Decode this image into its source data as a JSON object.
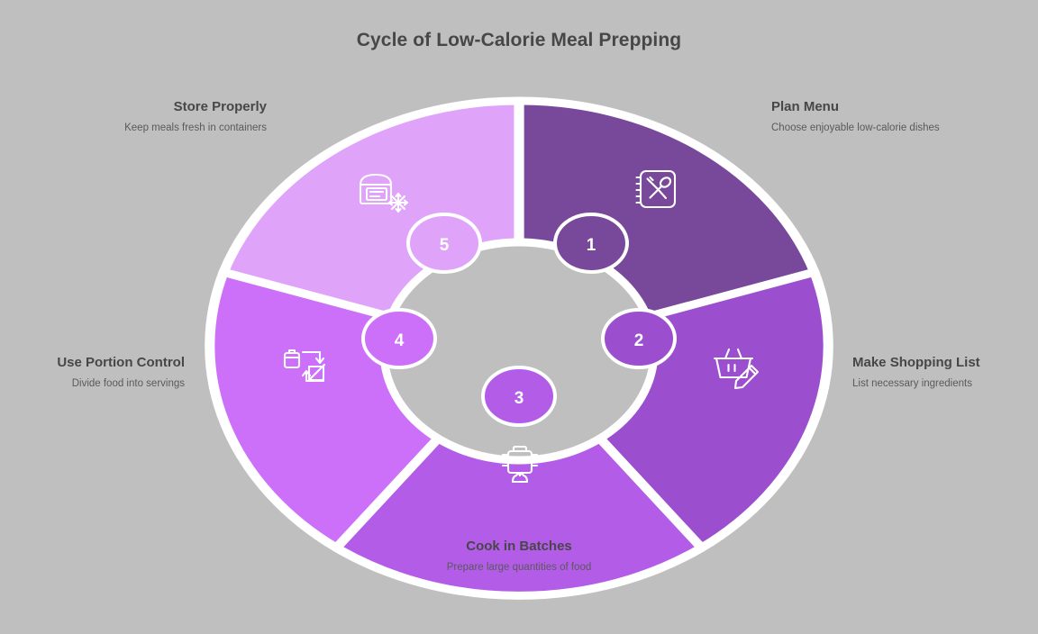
{
  "title": "Cycle of Low-Calorie Meal Prepping",
  "background_color": "#bfbfbf",
  "title_color": "#474747",
  "chart_data": {
    "type": "pie",
    "title": "Cycle of Low-Calorie Meal Prepping",
    "subtype": "cycle-diagram",
    "segment_count": 5,
    "equal_segments": true,
    "segment_angle_deg": 72,
    "categories": [
      "Plan Menu",
      "Make Shopping List",
      "Cook in Batches",
      "Use Portion Control",
      "Store Properly"
    ],
    "values": [
      20,
      20,
      20,
      20,
      20
    ],
    "colors": [
      "#78489a",
      "#9b4fce",
      "#b35ce8",
      "#cc70fa",
      "#dfa3fa"
    ],
    "legend": "none",
    "grid": false
  },
  "steps": [
    {
      "number": "1",
      "title": "Plan Menu",
      "description": "Choose enjoyable low-calorie dishes",
      "color": "#78489a",
      "icon": "menu-notebook-icon",
      "align": "left"
    },
    {
      "number": "2",
      "title": "Make Shopping List",
      "description": "List necessary ingredients",
      "color": "#9b4fce",
      "icon": "shopping-basket-pencil-icon",
      "align": "left"
    },
    {
      "number": "3",
      "title": "Cook in Batches",
      "description": "Prepare large quantities of food",
      "color": "#b35ce8",
      "icon": "cooking-pot-icon",
      "align": "center"
    },
    {
      "number": "4",
      "title": "Use Portion Control",
      "description": "Divide food into servings",
      "color": "#cc70fa",
      "icon": "portion-containers-exchange-icon",
      "align": "right"
    },
    {
      "number": "5",
      "title": "Store Properly",
      "description": "Keep meals fresh in containers",
      "color": "#dfa3fa",
      "icon": "fridge-snowflake-icon",
      "align": "right"
    }
  ]
}
